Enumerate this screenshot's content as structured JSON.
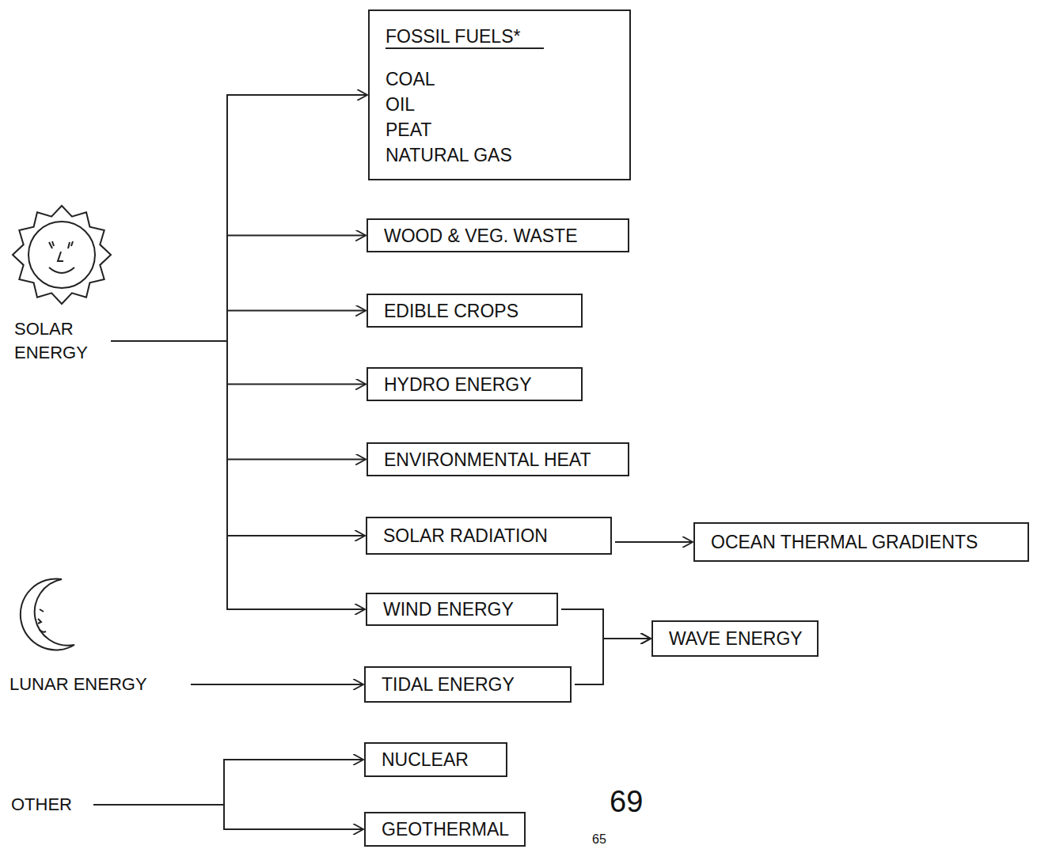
{
  "diagram": {
    "nodes": [
      {
        "text": [
          "SOLAR ENERGY"
        ]
      },
      {
        "text": [
          "FOSSIL FUELS*",
          "COAL",
          "OIL",
          "PEAT",
          "NATURAL GAS"
        ]
      },
      {
        "text": [
          "WOOD & VEG. WASTE"
        ]
      },
      {
        "text": [
          "EDIBLE CROPS"
        ]
      },
      {
        "text": [
          "HYDRO ENERGY"
        ]
      },
      {
        "text": [
          "ENVIRONMENTAL HEAT"
        ]
      },
      {
        "text": [
          "SOLAR RADIATION"
        ]
      },
      {
        "text": [
          "OCEAN THERMAL GRADIENTS"
        ]
      },
      {
        "text": [
          "WIND ENERGY"
        ]
      },
      {
        "text": [
          "WAVE ENERGY"
        ]
      },
      {
        "text": [
          "LUNAR ENERGY"
        ]
      },
      {
        "text": [
          "TIDAL ENERGY"
        ]
      },
      {
        "text": [
          "OTHER"
        ]
      },
      {
        "text": [
          "NUCLEAR"
        ]
      },
      {
        "text": [
          "GEOTHERMAL"
        ]
      }
    ],
    "edges": [
      {
        "from": 0,
        "to": 1,
        "arrow": "to"
      },
      {
        "from": 0,
        "to": 2,
        "arrow": "to"
      },
      {
        "from": 0,
        "to": 3,
        "arrow": "to"
      },
      {
        "from": 0,
        "to": 4,
        "arrow": "to"
      },
      {
        "from": 0,
        "to": 5,
        "arrow": "to"
      },
      {
        "from": 0,
        "to": 6,
        "arrow": "to"
      },
      {
        "from": 0,
        "to": 8,
        "arrow": "to"
      },
      {
        "from": 6,
        "to": 7,
        "arrow": "to"
      },
      {
        "from": 8,
        "to": 9,
        "arrow": "to"
      },
      {
        "from": 10,
        "to": 11,
        "arrow": "to"
      },
      {
        "from": 11,
        "to": 9,
        "arrow": "to"
      },
      {
        "from": 12,
        "to": 13,
        "arrow": "to"
      },
      {
        "from": 12,
        "to": 14,
        "arrow": "to"
      }
    ],
    "labels": [
      "69",
      "65"
    ]
  }
}
